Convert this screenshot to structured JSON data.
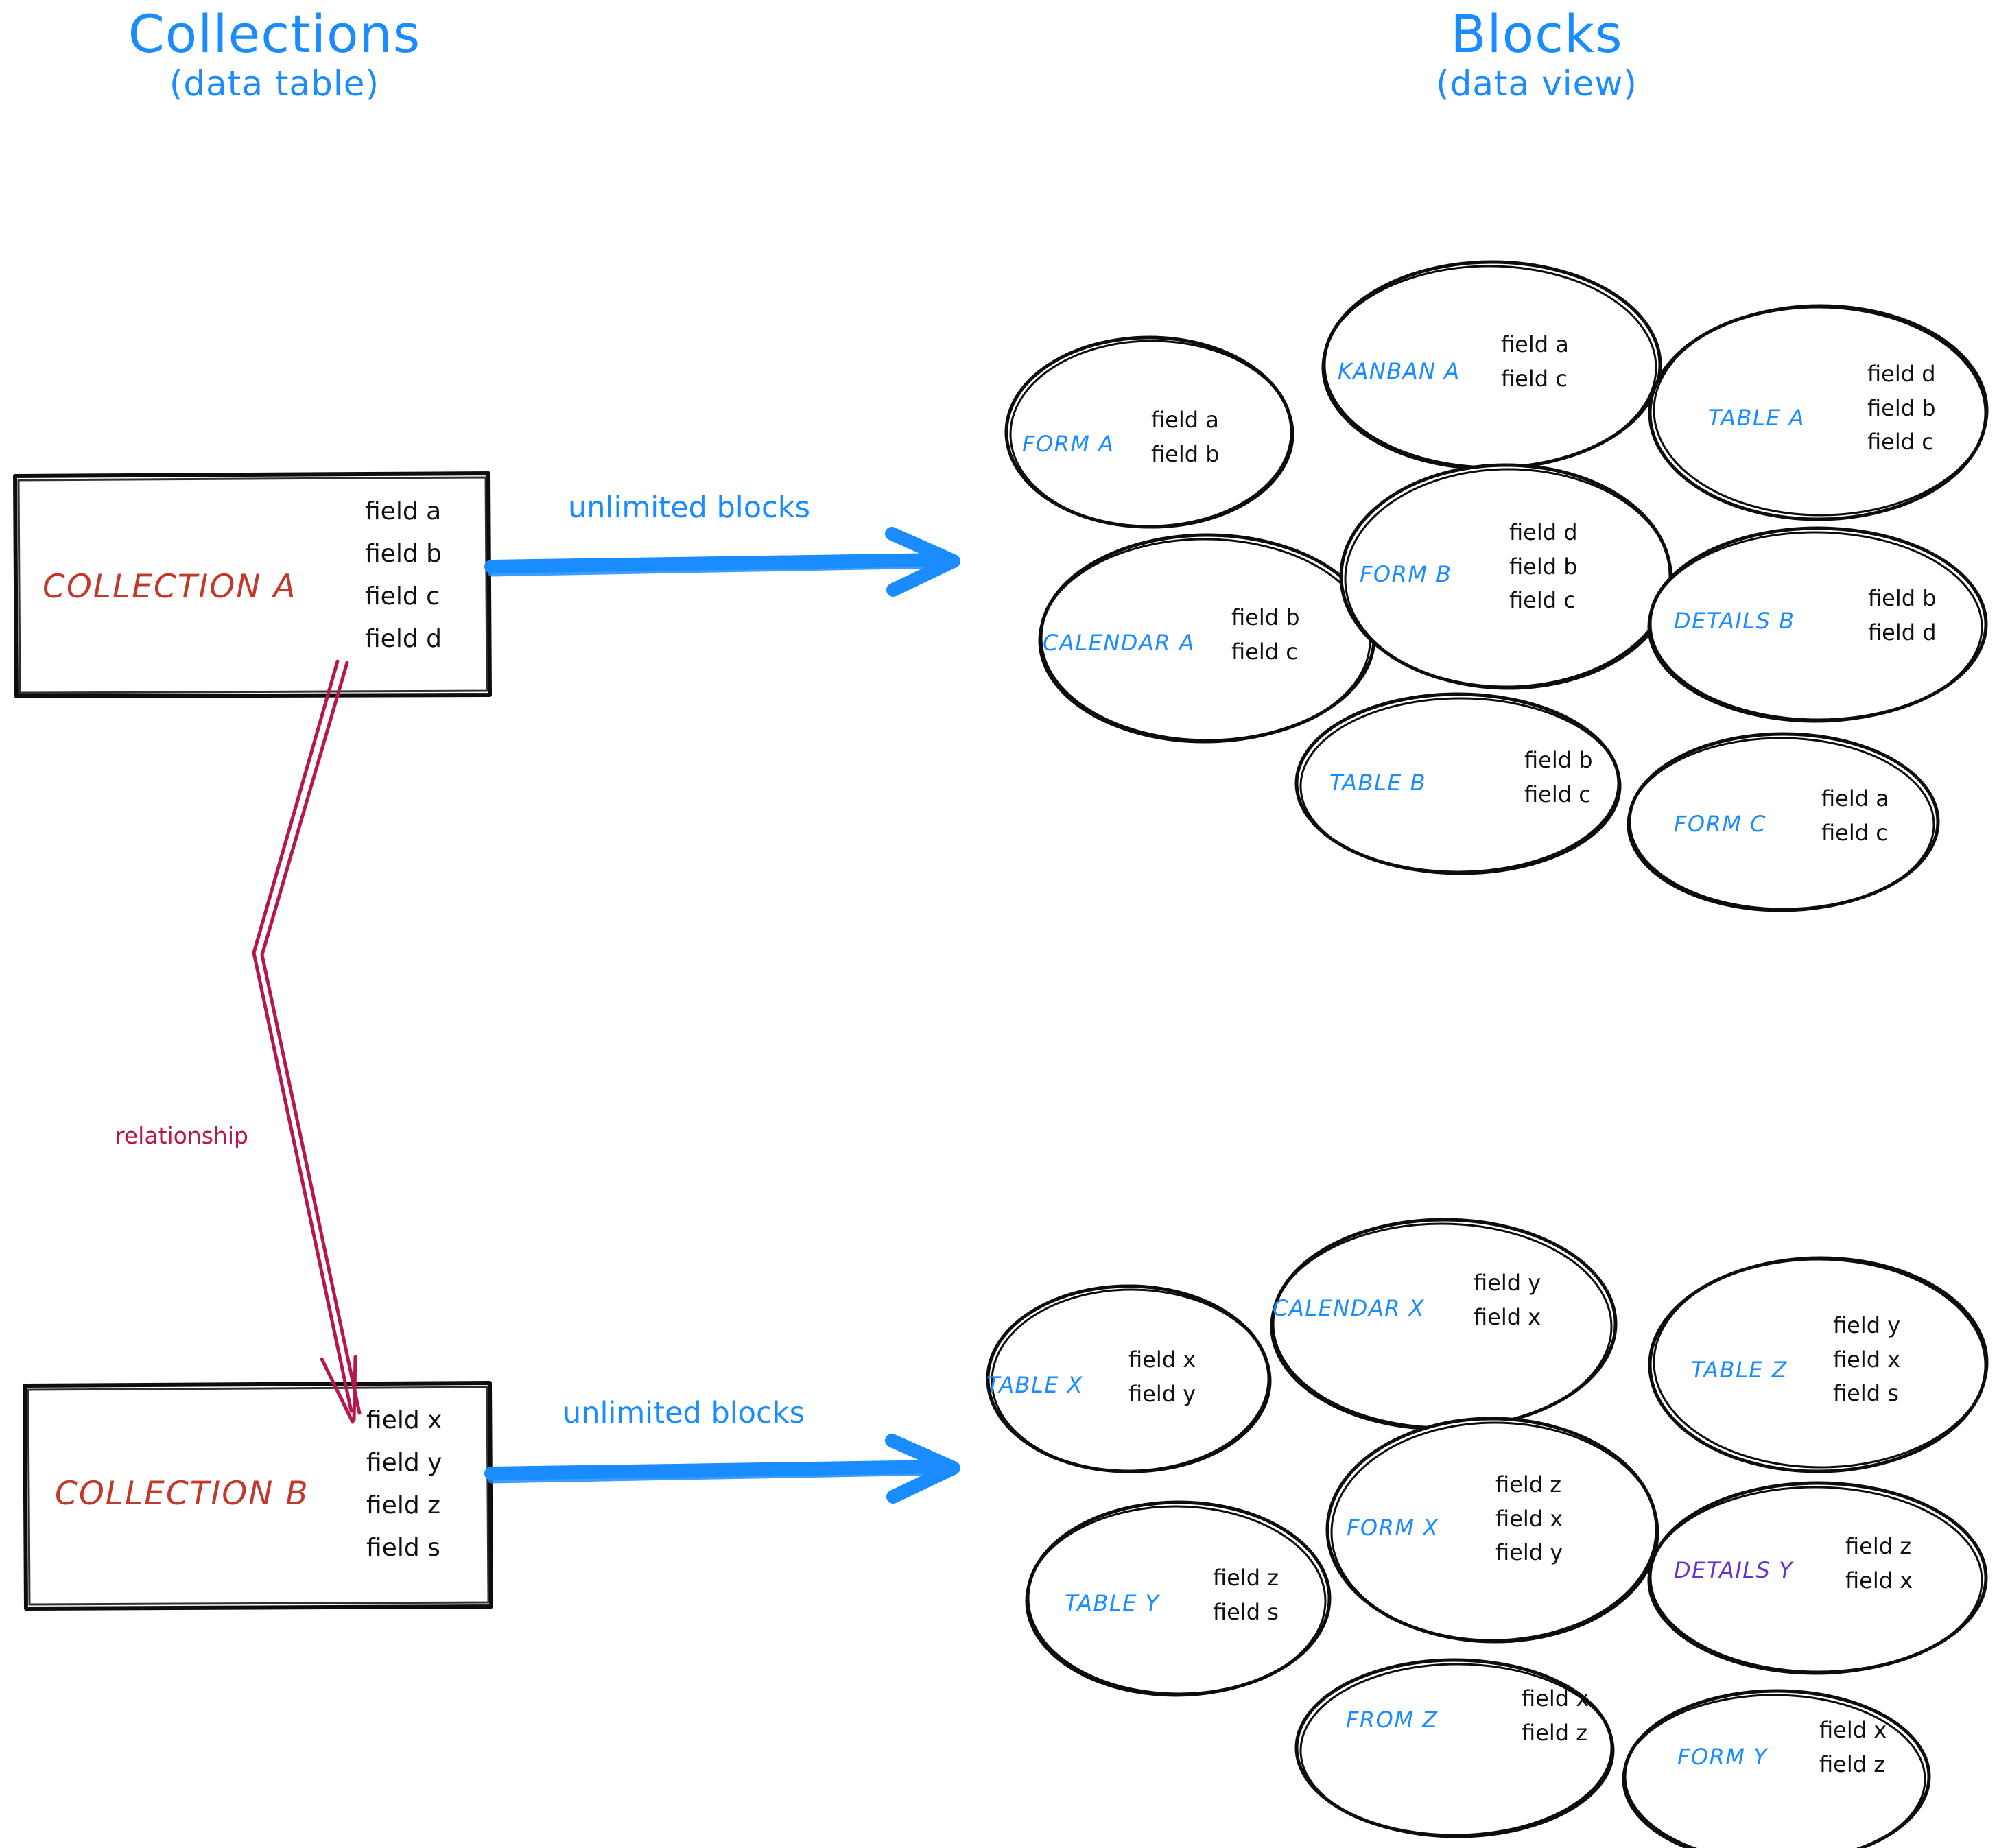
{
  "headings": {
    "left": {
      "title": "Collections",
      "subtitle": "(data table)"
    },
    "right": {
      "title": "Blocks",
      "subtitle": "(data view)"
    }
  },
  "colors": {
    "accent_blue": "#1a8cff",
    "collection_red": "#c0392b",
    "relationship_crimson": "#b5174e",
    "details_purple": "#6633cc",
    "ink_black": "#101010"
  },
  "collections": [
    {
      "id": "collection-a",
      "name": "COLLECTION A",
      "fields": [
        "field a",
        "field b",
        "field c",
        "field d"
      ],
      "arrow_label": "unlimited blocks"
    },
    {
      "id": "collection-b",
      "name": "COLLECTION B",
      "fields": [
        "field x",
        "field y",
        "field z",
        "field s"
      ],
      "arrow_label": "unlimited blocks"
    }
  ],
  "relationship": {
    "label": "relationship"
  },
  "blocks_top": [
    {
      "id": "form-a",
      "label": "FORM A",
      "label_color": "#1a8cff",
      "fields": [
        "field a",
        "field b"
      ]
    },
    {
      "id": "kanban-a",
      "label": "KANBAN A",
      "label_color": "#1a8cff",
      "fields": [
        "field a",
        "field c"
      ]
    },
    {
      "id": "table-a",
      "label": "TABLE A",
      "label_color": "#1a8cff",
      "fields": [
        "field d",
        "field b",
        "field c"
      ]
    },
    {
      "id": "calendar-a",
      "label": "CALENDAR A",
      "label_color": "#1a8cff",
      "fields": [
        "field b",
        "field c"
      ]
    },
    {
      "id": "form-b",
      "label": "FORM B",
      "label_color": "#1a8cff",
      "fields": [
        "field d",
        "field b",
        "field c"
      ]
    },
    {
      "id": "details-b",
      "label": "DETAILS B",
      "label_color": "#1a8cff",
      "fields": [
        "field b",
        "field d"
      ]
    },
    {
      "id": "table-b",
      "label": "TABLE B",
      "label_color": "#1a8cff",
      "fields": [
        "field b",
        "field c"
      ]
    },
    {
      "id": "form-c",
      "label": "FORM C",
      "label_color": "#1a8cff",
      "fields": [
        "field a",
        "field c"
      ]
    }
  ],
  "blocks_bottom": [
    {
      "id": "table-x",
      "label": "TABLE X",
      "label_color": "#1a8cff",
      "fields": [
        "field x",
        "field y"
      ]
    },
    {
      "id": "calendar-x",
      "label": "CALENDAR X",
      "label_color": "#1a8cff",
      "fields": [
        "field y",
        "field x"
      ]
    },
    {
      "id": "table-z",
      "label": "TABLE Z",
      "label_color": "#1a8cff",
      "fields": [
        "field y",
        "field x",
        "field s"
      ]
    },
    {
      "id": "table-y",
      "label": "TABLE Y",
      "label_color": "#1a8cff",
      "fields": [
        "field z",
        "field s"
      ]
    },
    {
      "id": "form-x",
      "label": "FORM X",
      "label_color": "#1a8cff",
      "fields": [
        "field z",
        "field x",
        "field y"
      ]
    },
    {
      "id": "details-y",
      "label": "DETAILS Y",
      "label_color": "#6633cc",
      "fields": [
        "field z",
        "field x"
      ]
    },
    {
      "id": "from-z",
      "label": "FROM Z",
      "label_color": "#1a8cff",
      "fields": [
        "field x",
        "field z"
      ]
    },
    {
      "id": "form-y",
      "label": "FORM Y",
      "label_color": "#1a8cff",
      "fields": [
        "field x",
        "field z"
      ]
    }
  ]
}
